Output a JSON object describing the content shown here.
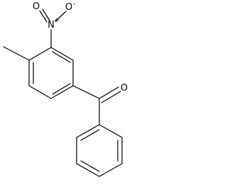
{
  "molecule": {
    "atoms": {
      "nitrogen": {
        "symbol": "N",
        "charge": "+"
      },
      "nitro_oxygen_top": {
        "symbol": "O",
        "charge": "-"
      },
      "nitro_oxygen_left": {
        "symbol": "O"
      },
      "carbonyl_oxygen": {
        "symbol": "O"
      }
    },
    "bond_color": "#000000",
    "background": "#ffffff"
  }
}
